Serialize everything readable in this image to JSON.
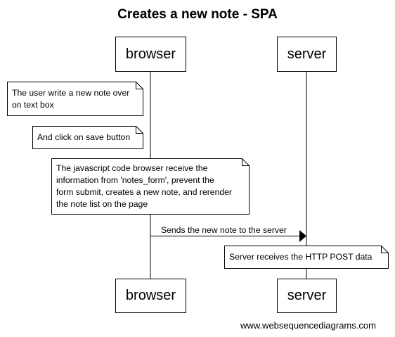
{
  "diagram": {
    "title": "Creates a new note - SPA",
    "participants": [
      {
        "id": "browser",
        "label": "browser"
      },
      {
        "id": "server",
        "label": "server"
      }
    ],
    "notes": [
      {
        "participant": "browser",
        "text": "The user write a new note over\non text box"
      },
      {
        "participant": "browser",
        "text": "And click on save button"
      },
      {
        "participant": "browser",
        "text": "The javascript code browser receive the\ninformation from 'notes_form', prevent the\nform submit, creates a new note, and rerender\nthe note list on the page"
      },
      {
        "participant": "server",
        "text": "Server receives the HTTP POST data"
      }
    ],
    "messages": [
      {
        "from": "browser",
        "to": "server",
        "label": "Sends the new note to the server"
      }
    ]
  },
  "footer": {
    "credit": "www.websequencediagrams.com"
  }
}
